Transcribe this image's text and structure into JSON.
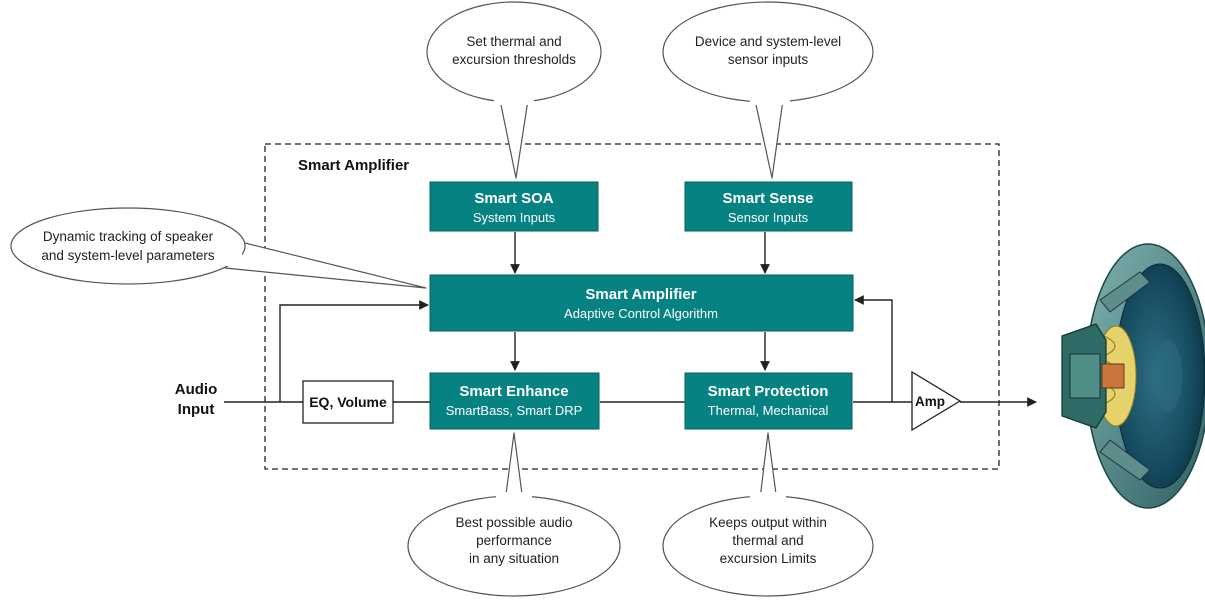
{
  "colors": {
    "box_fill": "#078282",
    "box_stroke": "#055f5f",
    "line": "#222222",
    "bubble_stroke": "#555555"
  },
  "container": {
    "title": "Smart Amplifier"
  },
  "blocks": {
    "soa": {
      "title": "Smart SOA",
      "subtitle": "System Inputs"
    },
    "sense": {
      "title": "Smart Sense",
      "subtitle": "Sensor Inputs"
    },
    "amp_core": {
      "title": "Smart Amplifier",
      "subtitle": "Adaptive Control Algorithm"
    },
    "enhance": {
      "title": "Smart Enhance",
      "subtitle": "SmartBass, Smart DRP"
    },
    "protection": {
      "title": "Smart Protection",
      "subtitle": "Thermal, Mechanical"
    }
  },
  "eq": {
    "label": "EQ, Volume"
  },
  "amp": {
    "label": "Amp"
  },
  "audio_input": {
    "line1": "Audio",
    "line2": "Input"
  },
  "callouts": {
    "thresholds": {
      "lines": [
        "Set thermal and",
        "excursion thresholds"
      ]
    },
    "sensors": {
      "lines": [
        "Device and system-level",
        "sensor inputs"
      ]
    },
    "tracking": {
      "lines": [
        "Dynamic tracking of speaker",
        "and system-level parameters"
      ]
    },
    "performance": {
      "lines": [
        "Best possible audio",
        "performance",
        "in any situation"
      ]
    },
    "limits": {
      "lines": [
        "Keeps output within",
        "thermal and",
        "excursion Limits"
      ]
    }
  },
  "icons": {
    "speaker": "speaker-icon"
  }
}
